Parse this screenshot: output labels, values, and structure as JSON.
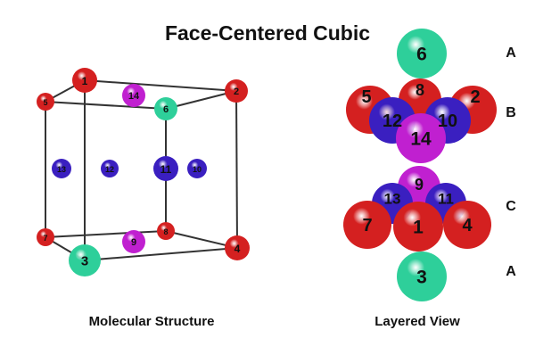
{
  "title": "Face-Centered Cubic",
  "captions": {
    "left": "Molecular Structure",
    "right": "Layered View"
  },
  "layers": [
    "A",
    "B",
    "C",
    "A"
  ],
  "colors": {
    "red": "#d42020",
    "blue": "#3a1fc0",
    "magenta": "#c020d0",
    "teal": "#2ecf9a"
  },
  "cube_atoms": [
    {
      "n": "1",
      "c": "red"
    },
    {
      "n": "2",
      "c": "red"
    },
    {
      "n": "5",
      "c": "red"
    },
    {
      "n": "14",
      "c": "magenta"
    },
    {
      "n": "6",
      "c": "teal"
    },
    {
      "n": "13",
      "c": "blue"
    },
    {
      "n": "12",
      "c": "blue"
    },
    {
      "n": "11",
      "c": "blue"
    },
    {
      "n": "10",
      "c": "blue"
    },
    {
      "n": "7",
      "c": "red"
    },
    {
      "n": "8",
      "c": "red"
    },
    {
      "n": "9",
      "c": "magenta"
    },
    {
      "n": "3",
      "c": "teal"
    },
    {
      "n": "4",
      "c": "red"
    }
  ],
  "layer_atoms": [
    {
      "n": "6",
      "c": "teal"
    },
    {
      "n": "5",
      "c": "red"
    },
    {
      "n": "8",
      "c": "red"
    },
    {
      "n": "2",
      "c": "red"
    },
    {
      "n": "12",
      "c": "blue"
    },
    {
      "n": "10",
      "c": "blue"
    },
    {
      "n": "14",
      "c": "magenta"
    },
    {
      "n": "9",
      "c": "magenta"
    },
    {
      "n": "13",
      "c": "blue"
    },
    {
      "n": "11",
      "c": "blue"
    },
    {
      "n": "7",
      "c": "red"
    },
    {
      "n": "1",
      "c": "red"
    },
    {
      "n": "4",
      "c": "red"
    },
    {
      "n": "3",
      "c": "teal"
    }
  ]
}
